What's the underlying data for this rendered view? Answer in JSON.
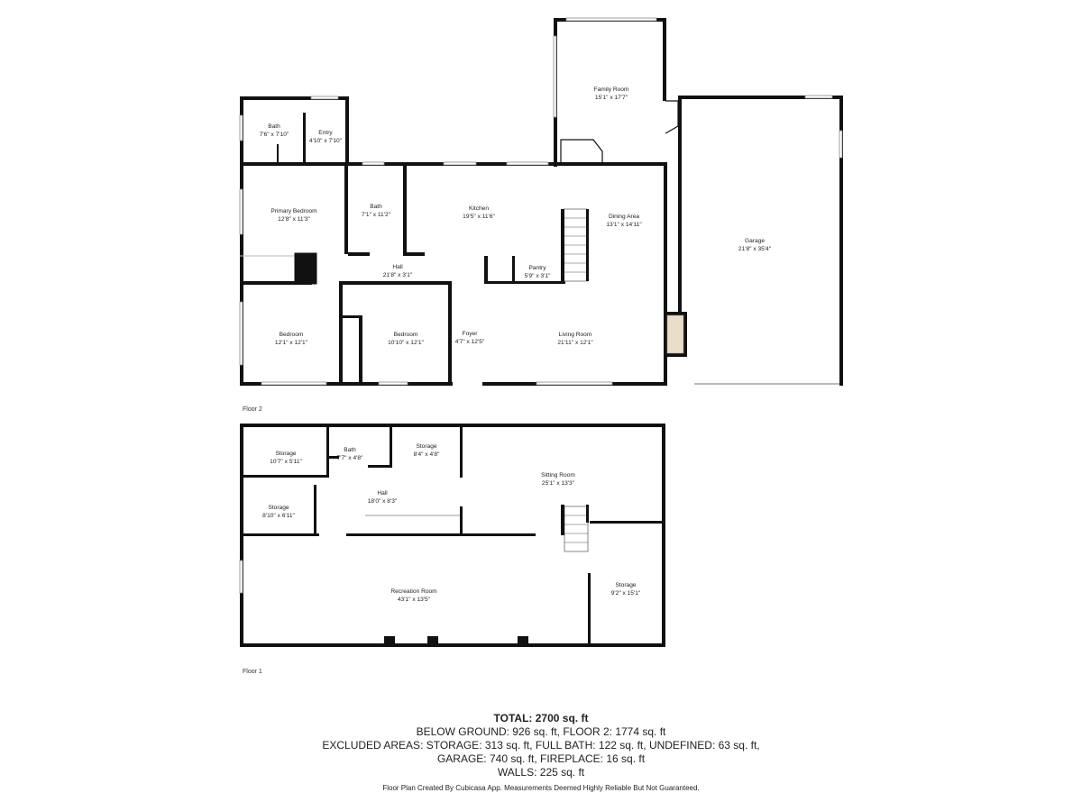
{
  "floors": {
    "floor2": {
      "label": "Floor 2",
      "rooms": {
        "family_room": {
          "name": "Family Room",
          "size": "15'1\" x 17'7\""
        },
        "bath_top": {
          "name": "Bath",
          "size": "7'6\" x 7'10\""
        },
        "entry": {
          "name": "Entry",
          "size": "4'10\" x 7'10\""
        },
        "primary_bedroom": {
          "name": "Primary Bedroom",
          "size": "12'8\" x 11'3\""
        },
        "bath_mid": {
          "name": "Bath",
          "size": "7'1\" x 11'2\""
        },
        "kitchen": {
          "name": "Kitchen",
          "size": "19'5\" x 11'6\""
        },
        "dining_area": {
          "name": "Dining Area",
          "size": "13'1\" x 14'11\""
        },
        "garage": {
          "name": "Garage",
          "size": "21'8\" x 35'4\""
        },
        "hall": {
          "name": "Hall",
          "size": "21'8\" x 3'1\""
        },
        "pantry": {
          "name": "Pantry",
          "size": "5'9\" x 3'1\""
        },
        "bedroom_left": {
          "name": "Bedroom",
          "size": "12'1\" x 12'1\""
        },
        "bedroom_mid": {
          "name": "Bedroom",
          "size": "10'10\" x 12'1\""
        },
        "foyer": {
          "name": "Foyer",
          "size": "4'7\" x 12'5\""
        },
        "living_room": {
          "name": "Living Room",
          "size": "21'11\" x 12'1\""
        }
      }
    },
    "floor1": {
      "label": "Floor 1",
      "rooms": {
        "storage_a": {
          "name": "Storage",
          "size": "10'7\" x 5'11\""
        },
        "bath": {
          "name": "Bath",
          "size": "7'7\" x 4'8\""
        },
        "storage_b": {
          "name": "Storage",
          "size": "8'4\" x 4'8\""
        },
        "sitting_room": {
          "name": "Sitting Room",
          "size": "25'1\" x 13'3\""
        },
        "storage_c": {
          "name": "Storage",
          "size": "8'10\" x 6'11\""
        },
        "hall": {
          "name": "Hall",
          "size": "18'0\" x 8'3\""
        },
        "recreation_room": {
          "name": "Recreation Room",
          "size": "43'1\" x 13'5\""
        },
        "storage_d": {
          "name": "Storage",
          "size": "9'2\" x 15'1\""
        }
      }
    }
  },
  "summary": {
    "total": "TOTAL: 2700 sq. ft",
    "line1": "BELOW GROUND: 926 sq. ft, FLOOR 2: 1774 sq. ft",
    "line2": "EXCLUDED AREAS: STORAGE: 313 sq. ft, FULL BATH: 122 sq. ft, UNDEFINED: 63 sq. ft,",
    "line3": "GARAGE: 740 sq. ft, FIREPLACE: 16 sq. ft",
    "line4": "WALLS: 225 sq. ft"
  },
  "credit": "Floor Plan Created By Cubicasa App. Measurements Deemed Highly Reliable But Not Guaranteed."
}
